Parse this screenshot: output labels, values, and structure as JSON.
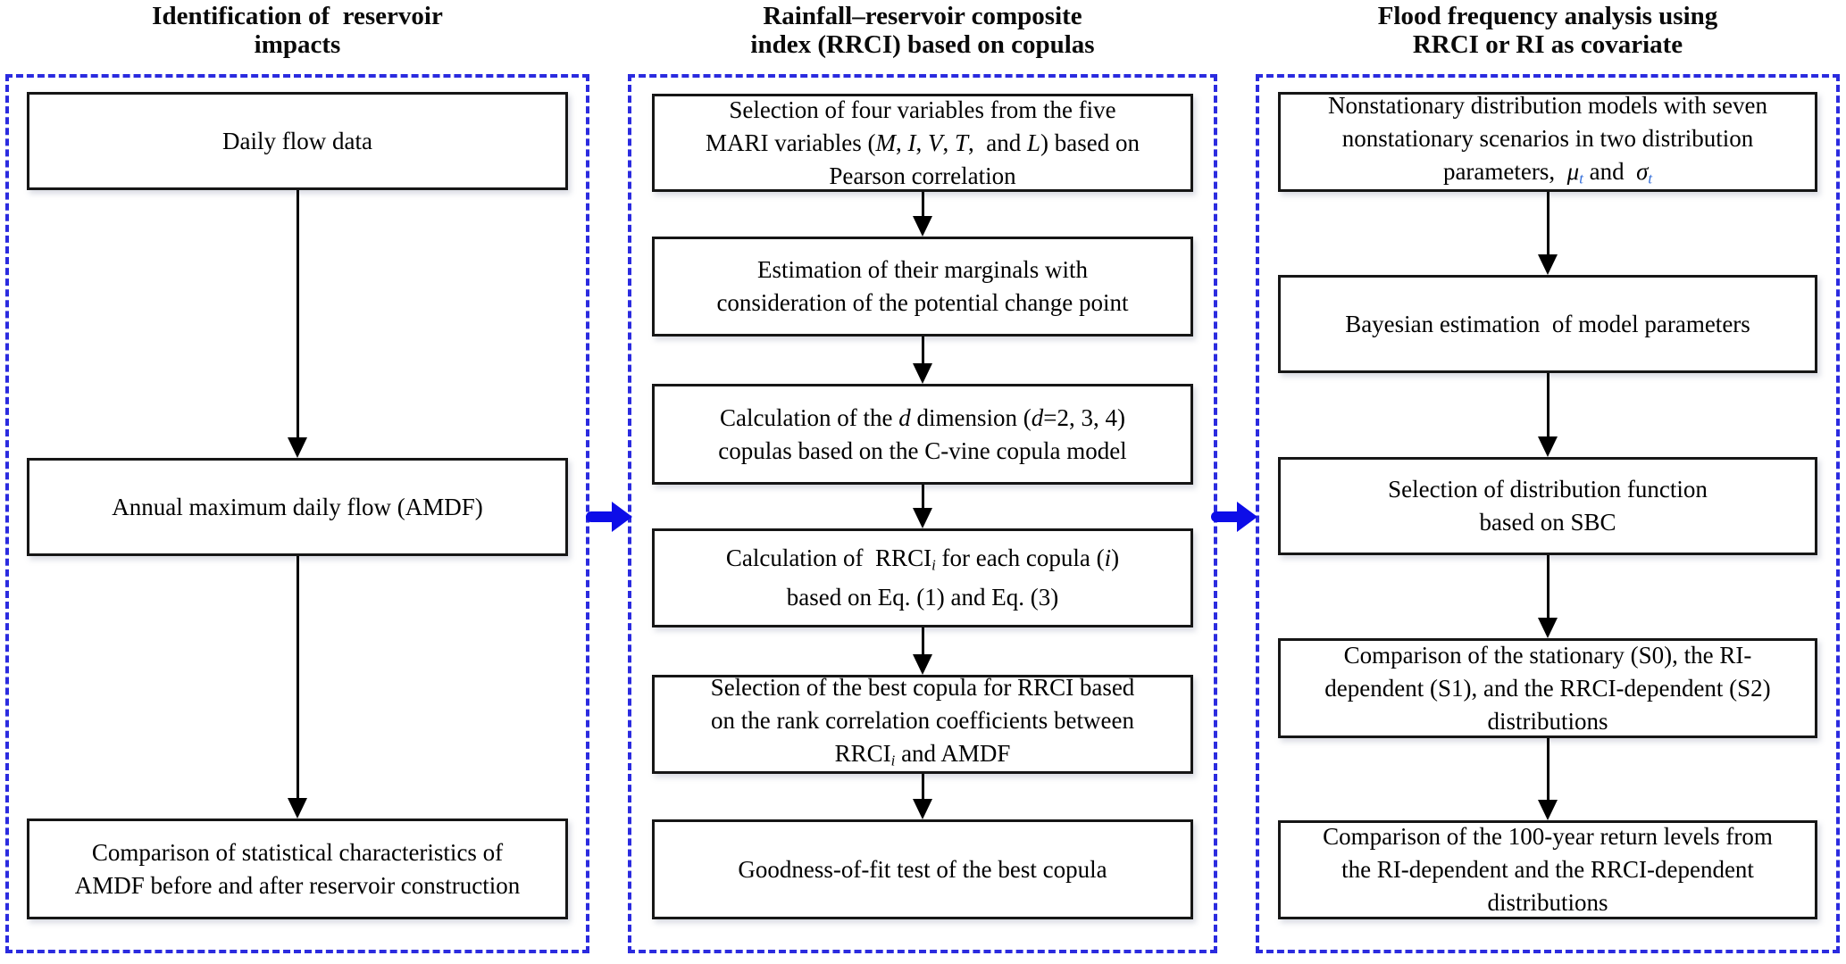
{
  "diagram": {
    "title": "Flowchart of flood frequency analysis methodology",
    "colors": {
      "panel_border": "#2b2bdf",
      "flow_arrow_blue": "#0d0de8",
      "box_border": "#161616",
      "text": "#000000",
      "subscript_blue": "#2f6bd8"
    },
    "columns": [
      {
        "id": "reservoir-impacts",
        "header_lines": [
          "Identification of  reservoir",
          "impacts"
        ],
        "boxes": [
          {
            "lines": [
              [
                "Daily flow data"
              ]
            ]
          },
          {
            "lines": [
              [
                "Annual maximum daily flow (AMDF)"
              ]
            ]
          },
          {
            "lines": [
              [
                "Comparison of statistical characteristics of"
              ],
              [
                "AMDF before and after reservoir construction"
              ]
            ]
          }
        ]
      },
      {
        "id": "rrci-copulas",
        "header_lines": [
          "Rainfall–reservoir composite",
          "index (RRCI) based on copulas"
        ],
        "boxes": [
          {
            "lines": [
              [
                "Selection of four variables from the five"
              ],
              [
                "MARI variables (",
                {
                  "t": "M",
                  "c": "it"
                },
                ", ",
                {
                  "t": "I",
                  "c": "it"
                },
                ", ",
                {
                  "t": "V",
                  "c": "it"
                },
                ", ",
                {
                  "t": "T",
                  "c": "it"
                },
                ",  and ",
                {
                  "t": "L",
                  "c": "it"
                },
                ") based on"
              ],
              [
                "Pearson correlation"
              ]
            ]
          },
          {
            "lines": [
              [
                "Estimation of their marginals with"
              ],
              [
                "consideration of the potential change point"
              ]
            ]
          },
          {
            "lines": [
              [
                "Calculation of the ",
                {
                  "t": "d",
                  "c": "it"
                },
                " dimension (",
                {
                  "t": "d",
                  "c": "it"
                },
                "=2, 3, 4)"
              ],
              [
                "copulas based on the C-vine copula model"
              ]
            ]
          },
          {
            "lines": [
              [
                "Calculation of  RRCI",
                {
                  "t": "i",
                  "c": "sub it"
                },
                " for each copula (",
                {
                  "t": "i",
                  "c": "it"
                },
                ")"
              ],
              [
                "based on Eq. (1) and Eq. (3)"
              ]
            ]
          },
          {
            "lines": [
              [
                "Selection of the best copula for RRCI based"
              ],
              [
                "on the rank correlation coefficients between"
              ],
              [
                "RRCI",
                {
                  "t": "i",
                  "c": "sub it"
                },
                " and AMDF"
              ]
            ]
          },
          {
            "lines": [
              [
                "Goodness-of-fit test of the best copula"
              ]
            ]
          }
        ]
      },
      {
        "id": "flood-frequency",
        "header_lines": [
          "Flood frequency analysis using",
          "RRCI or RI as covariate"
        ],
        "boxes": [
          {
            "lines": [
              [
                "Nonstationary distribution models with seven"
              ],
              [
                "nonstationary scenarios in two distribution"
              ],
              [
                "parameters,  ",
                {
                  "t": "μ",
                  "c": "it"
                },
                {
                  "t": "t",
                  "c": "sub it blue"
                },
                " and  ",
                {
                  "t": "σ",
                  "c": "it"
                },
                {
                  "t": "t",
                  "c": "sub it blue"
                }
              ]
            ]
          },
          {
            "lines": [
              [
                "Bayesian estimation  of model parameters"
              ]
            ]
          },
          {
            "lines": [
              [
                "Selection of distribution function"
              ],
              [
                "based on SBC"
              ]
            ]
          },
          {
            "lines": [
              [
                "Comparison of the stationary (S0), the RI-"
              ],
              [
                "dependent (S1), and the RRCI-dependent (S2)"
              ],
              [
                "distributions"
              ]
            ]
          },
          {
            "lines": [
              [
                "Comparison of the 100-year return levels from"
              ],
              [
                "the RI-dependent and the RRCI-dependent"
              ],
              [
                "distributions"
              ]
            ]
          }
        ]
      }
    ]
  }
}
